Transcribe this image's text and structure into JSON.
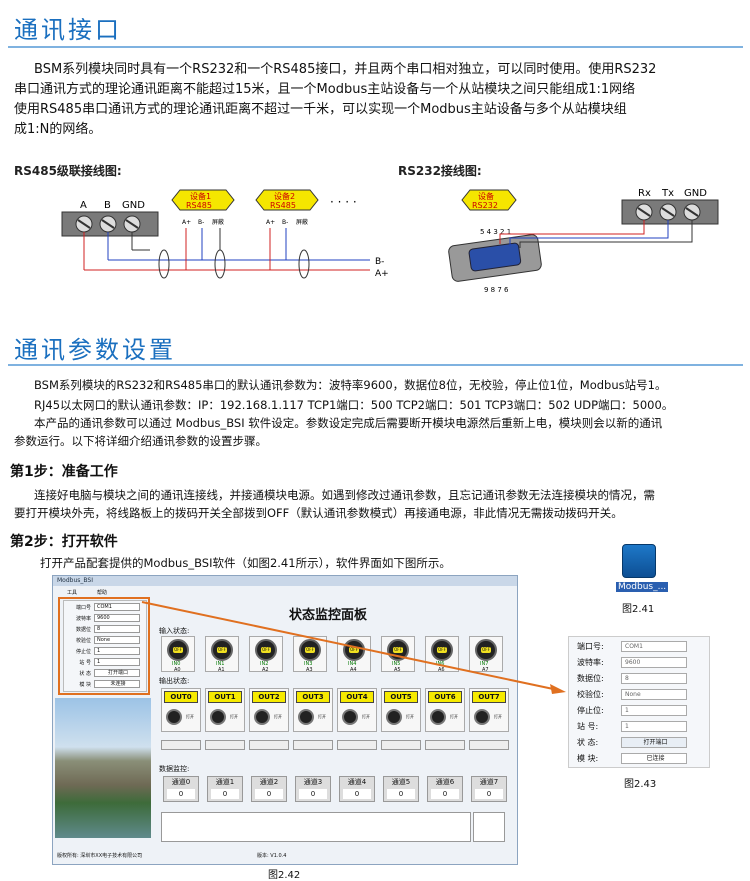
{
  "section1": {
    "title": "通讯接口",
    "para": [
      "BSM系列模块同时具有一个RS232和一个RS485接口，并且两个串口相对独立，可以同时使用。使用RS232",
      "串口通讯方式的理论通讯距离不能超过15米，且一个Modbus主站设备与一个从站模块之间只能组成1:1网络",
      "使用RS485串口通讯方式的理论通讯距离不超过一千米，可以实现一个Modbus主站设备与多个从站模块组",
      "成1:N的网络。"
    ]
  },
  "diagram485": {
    "title": "RS485级联接线图:",
    "terminals": [
      "A",
      "B",
      "GND"
    ],
    "dev1": [
      "设备1",
      "RS485"
    ],
    "dev2": [
      "设备2",
      "RS485"
    ],
    "pins": [
      "A+",
      "B-",
      "屏蔽"
    ],
    "dots": "· · · ·",
    "bus": [
      "B-",
      "A+"
    ]
  },
  "diagram232": {
    "title": "RS232接线图:",
    "terminals": [
      "Rx",
      "Tx",
      "GND"
    ],
    "dev": [
      "设备",
      "RS232"
    ],
    "pins_top": "5 4 3 2 1",
    "pins_bottom": "9 8 7 6"
  },
  "section2": {
    "title": "通讯参数设置",
    "para": [
      "BSM系列模块的RS232和RS485串口的默认通讯参数为：波特率9600，数据位8位，无校验，停止位1位，Modbus站号1。",
      "RJ45以太网口的默认通讯参数：IP：192.168.1.117   TCP1端口：500   TCP2端口：501   TCP3端口：502     UDP端口：5000。",
      "本产品的通讯参数可以通过  Modbus_BSI 软件设定。参数设定完成后需要断开模块电源然后重新上电，模块则会以新的通讯",
      "参数运行。以下将详细介绍通讯参数的设置步骤。"
    ]
  },
  "step1": {
    "title": "第1步：准备工作",
    "para": [
      "连接好电脑与模块之间的通讯连接线，并接通模块电源。如遇到修改过通讯参数，且忘记通讯参数无法连接模块的情况，需",
      "要打开模块外壳，将线路板上的拨码开关全部拨到OFF（默认通讯参数模式）再接通电源，非此情况无需拨动拨码开关。"
    ]
  },
  "step2": {
    "title": "第2步：打开软件",
    "para": "打开产品配套提供的Modbus_BSI软件（如图2.41所示），软件界面如下图所示。"
  },
  "software": {
    "window_title": "Modbus_BSI",
    "menu": [
      "工具",
      "帮助"
    ],
    "panel_title": "状态监控面板",
    "input_label": "输入状态:",
    "output_label": "输出状态:",
    "data_label": "数据监控:",
    "cfg_labels": [
      "端口号",
      "波特率",
      "数据位",
      "校验位",
      "停止位",
      "站  号",
      "状  态",
      "模  块"
    ],
    "cfg_values": [
      "COM1",
      "9600",
      "8",
      "None",
      "1",
      "1",
      "打开端口",
      "未连接"
    ],
    "inputs": [
      "IN0",
      "IN1",
      "IN2",
      "IN3",
      "IN4",
      "IN5",
      "IN6",
      "IN7"
    ],
    "input_addr": [
      "A0",
      "A1",
      "A2",
      "A3",
      "A4",
      "A5",
      "A6",
      "A7"
    ],
    "led_text": "OFF",
    "outputs": [
      "OUT0",
      "OUT1",
      "OUT2",
      "OUT3",
      "OUT4",
      "OUT5",
      "OUT6",
      "OUT7"
    ],
    "knob_label": "打开",
    "channels": [
      "通道0",
      "通道1",
      "通道2",
      "通道3",
      "通道4",
      "通道5",
      "通道6",
      "通道7"
    ],
    "channel_value": "0",
    "footer_left": "版权所有: 深圳市XX电子技术有限公司",
    "footer_right": "版本: V1.0.4"
  },
  "fig241": {
    "icon_label": "Modbus_...",
    "caption": "图2.41"
  },
  "fig242": {
    "caption": "图2.42"
  },
  "fig243": {
    "labels": [
      "端口号:",
      "波特率:",
      "数据位:",
      "校验位:",
      "停止位:",
      "站  号:",
      "状  态:",
      "模  块:"
    ],
    "values": [
      "COM1",
      "9600",
      "8",
      "None",
      "1",
      "1",
      "打开端口",
      "已连接"
    ],
    "caption": "图2.43"
  }
}
